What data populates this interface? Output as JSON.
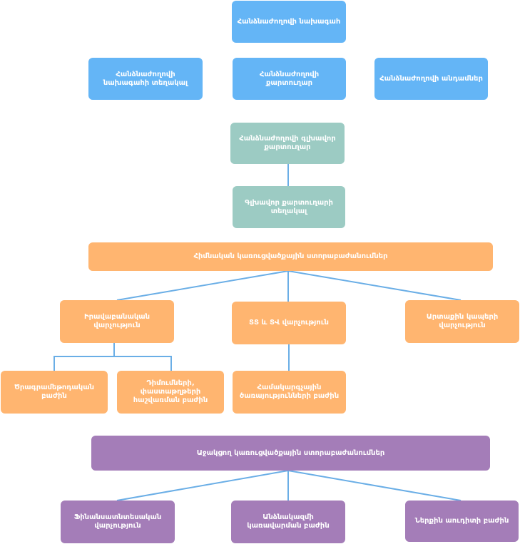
{
  "colors": {
    "blue": "#64b5f6",
    "teal": "#9ccbc3",
    "orange": "#ffb570",
    "purple": "#a47db8",
    "connector": "#6aaee6"
  },
  "nodes": {
    "director": "Հանձնաժողովի նախագահ",
    "deputy_director": "Հանձնաժողովի նախագահի տեղակալ",
    "secretary": "Հանձնաժողովի քարտուղար",
    "members": "Հանձնաժողովի անդամներ",
    "chief_secretary": "Հանձնաժողովի գլխավոր քարտուղար",
    "deputy_chief_secretary": "Գլխավոր քարտուղարի տեղակալ",
    "main_units": "Հիմնական կառուցվածքային ստորաբաժանումներ",
    "legal_department": "Իրավաբանական վարչություն",
    "it_department": "ՏՏ և ՏՎ  վարչություն",
    "external_relations": "Արտաքին կապերի վարչություն",
    "programs_division": "Ծրագրամեթոդական բաժին",
    "declarations_division": "Դիմումների, փաստաթղթերի հաշվառման բաժին",
    "coordination_division": "Համակարգչային ծառայությունների բաժին",
    "support_units": "Աջակցող կառուցվածքային ստորաբաժանումներ",
    "finance_department": "Ֆինանսատնտեսական վարչություն",
    "hr_division": "Անձնակազմի կառավարման բաժին",
    "internal_audit": "Ներքին աուդիտի բաժին"
  }
}
